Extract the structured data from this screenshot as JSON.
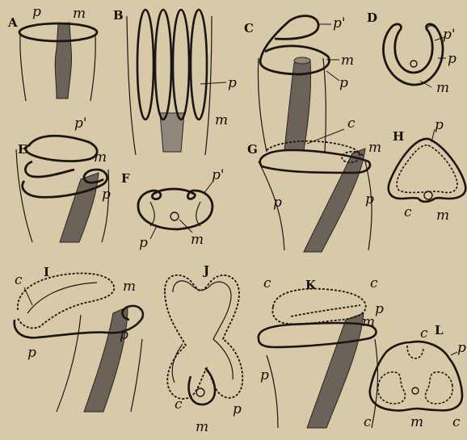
{
  "figure": {
    "panels": [
      {
        "id": "A",
        "labels": [
          "p",
          "m"
        ]
      },
      {
        "id": "B",
        "labels": [
          "p",
          "m"
        ]
      },
      {
        "id": "C",
        "labels": [
          "p'",
          "m",
          "p"
        ]
      },
      {
        "id": "D",
        "labels": [
          "p'",
          "p",
          "m"
        ]
      },
      {
        "id": "E",
        "labels": [
          "p'",
          "m",
          "p"
        ]
      },
      {
        "id": "F",
        "labels": [
          "p'",
          "p",
          "m"
        ]
      },
      {
        "id": "G",
        "labels": [
          "c",
          "m",
          "p",
          "p"
        ]
      },
      {
        "id": "H",
        "labels": [
          "p",
          "c",
          "m"
        ]
      },
      {
        "id": "I",
        "labels": [
          "c",
          "m",
          "p",
          "p"
        ]
      },
      {
        "id": "J",
        "labels": [
          "c",
          "p",
          "m"
        ]
      },
      {
        "id": "K",
        "labels": [
          "c",
          "c",
          "p",
          "m",
          "p"
        ]
      },
      {
        "id": "L",
        "labels": [
          "c",
          "p",
          "c",
          "m",
          "c"
        ]
      }
    ]
  }
}
